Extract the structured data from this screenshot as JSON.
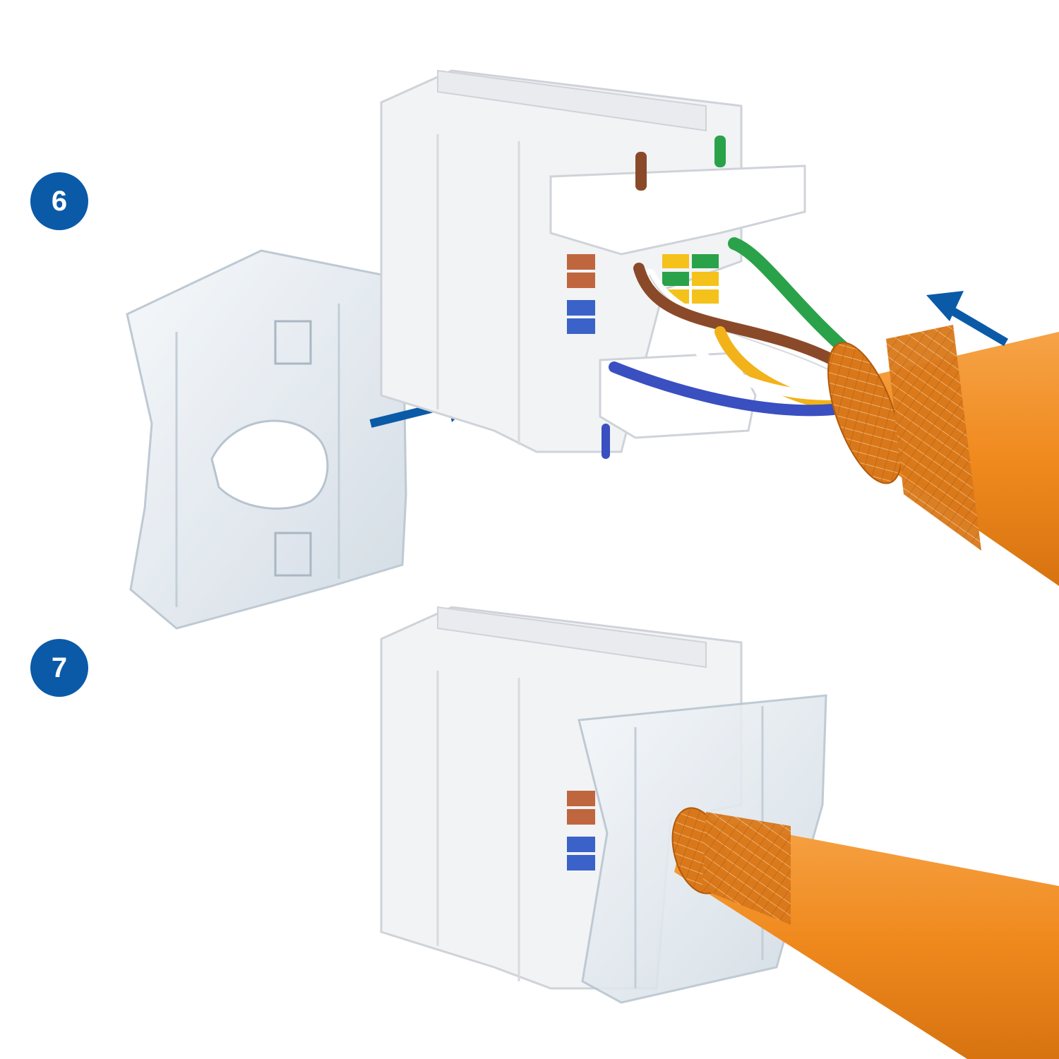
{
  "steps": [
    {
      "number": "6"
    },
    {
      "number": "7"
    }
  ],
  "colors": {
    "badge": "#0a5aa8",
    "arrow": "#0a5aa8",
    "jack_body": "#ffffff",
    "jack_shade": "#e6e8ec",
    "clear_cap": "#dfe8ef",
    "cable_jacket": "#f08a1e",
    "cable_shield": "#c96a12",
    "wire_brown": "#8a4a2a",
    "wire_green": "#2aa24a",
    "wire_blue": "#3a4fc0",
    "wire_orange": "#f2b21a",
    "label_brown": "#c0663e",
    "label_blue": "#3a62c8",
    "label_green": "#2aa24a",
    "label_yellow": "#f4c21a"
  },
  "icons": [
    "step-6-badge",
    "step-7-badge",
    "arrow-right-icon",
    "arrow-left-icon"
  ]
}
